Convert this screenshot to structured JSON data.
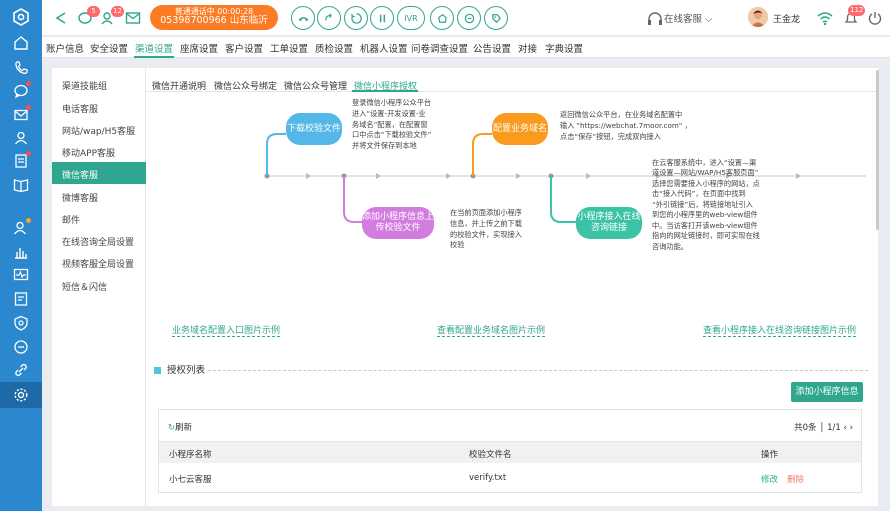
{
  "topbar": {
    "badges": {
      "chat": "5",
      "users": "12",
      "notify": "112"
    },
    "call_status": "普通通话中 00:00:28",
    "call_number": "05398700966 山东临沂",
    "controls": [
      "transfer",
      "hold",
      "consult",
      "pause",
      "IVR",
      "satisfaction",
      "chat",
      "tag"
    ],
    "ivr_label": "IVR",
    "agent_status": "在线客服",
    "user_name": "王金龙"
  },
  "nav": {
    "items": [
      "账户信息",
      "安全设置",
      "渠道设置",
      "座席设置",
      "客户设置",
      "工单设置",
      "质检设置",
      "机器人设置",
      "问卷调查设置",
      "公告设置",
      "对接",
      "字典设置"
    ],
    "active": "渠道设置"
  },
  "subnav": {
    "items": [
      "渠道技能组",
      "电话客服",
      "网站/wap/H5客服",
      "移动APP客服",
      "微信客服",
      "微博客服",
      "邮件",
      "在线咨询全局设置",
      "视频客服全局设置",
      "短信＆闪信"
    ],
    "active": "微信客服"
  },
  "tabs": {
    "items": [
      "微信开通说明",
      "微信公众号绑定",
      "微信公众号管理",
      "微信小程序授权"
    ],
    "active": "微信小程序授权"
  },
  "flow": {
    "step1": {
      "title": "下载校验文件",
      "desc": [
        "登录微信小程序公众平台",
        "进入“设置-开发设置-业",
        "务域名”配置，在配置窗",
        "口中点击“下载校验文件”",
        "并将文件保存到本地"
      ],
      "color": "#55b7e8"
    },
    "step2": {
      "title": "添加小程序信息上传校验文件",
      "desc": [
        "在当前页面添加小程序",
        "信息，并上传之前下载",
        "的校验文件，实现接入",
        "校验"
      ],
      "color": "#d37ce0"
    },
    "step3": {
      "title": "配置业务域名",
      "desc": [
        "返回微信公众平台，在业务域名配置中",
        "输入 \"https://webchat.7moor.com\" ，",
        "点击“保存”按钮，完成双向接入"
      ],
      "color": "#fa9a1e"
    },
    "step4": {
      "title": "小程序接入在线咨询链接",
      "desc": [
        "在云客服系统中，进入“设置—渠",
        "道设置—网站/WAP/H5客服页面”",
        "选择您需要接入小程序的网站，点",
        "击“接入代码”，在页面中找到",
        "“外引链接”后，将链接地址引入",
        "到您的小程序里的web-view组件",
        "中。当访客打开该web-view组件",
        "指向的网址链接时，即可实现在线",
        "咨询功能。"
      ],
      "color": "#3cc3a7"
    },
    "links": [
      "业务域名配置入口图片示例",
      "查看配置业务域名图片示例",
      "查看小程序接入在线咨询链接图片示例"
    ]
  },
  "auth": {
    "section_title": "授权列表",
    "add_button": "添加小程序信息",
    "refresh": "刷新",
    "pager": {
      "total": "共0条",
      "page": "1/1"
    },
    "columns": [
      "小程序名称",
      "校验文件名",
      "操作"
    ],
    "rows": [
      {
        "name": "小七云客服",
        "file": "verify.txt",
        "edit": "修改",
        "delete": "删除"
      }
    ]
  },
  "colors": {
    "accent": "#2fa68f",
    "sidebar": "#2b88ce",
    "call_pill": "#fb7c25"
  }
}
